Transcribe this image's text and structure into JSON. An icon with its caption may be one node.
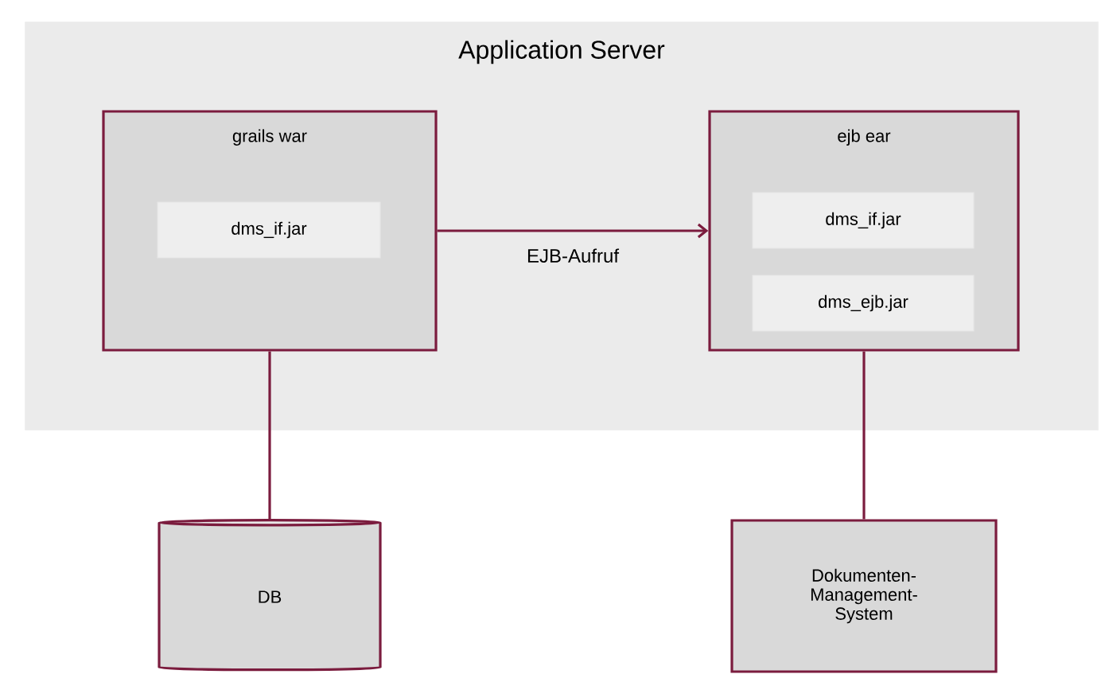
{
  "diagram": {
    "nodes": [
      {
        "text": [
          "Application Server"
        ]
      },
      {
        "text": [
          "grails war"
        ],
        "in": 0
      },
      {
        "text": [
          "dms_if.jar"
        ],
        "in": 1
      },
      {
        "text": [
          "ejb ear"
        ],
        "in": 0
      },
      {
        "text": [
          "dms_if.jar"
        ],
        "in": 3
      },
      {
        "text": [
          "dms_ejb.jar"
        ],
        "in": 3
      },
      {
        "text": [
          "DB"
        ]
      },
      {
        "text": [
          "Dokumenten- Management- System"
        ]
      }
    ],
    "edges": [
      {
        "from": 1,
        "to": 3,
        "arrow": "to",
        "label": "EJB-Aufruf"
      },
      {
        "from": 1,
        "to": 6,
        "arrow": "none"
      },
      {
        "from": 3,
        "to": 7,
        "arrow": "none"
      }
    ]
  }
}
